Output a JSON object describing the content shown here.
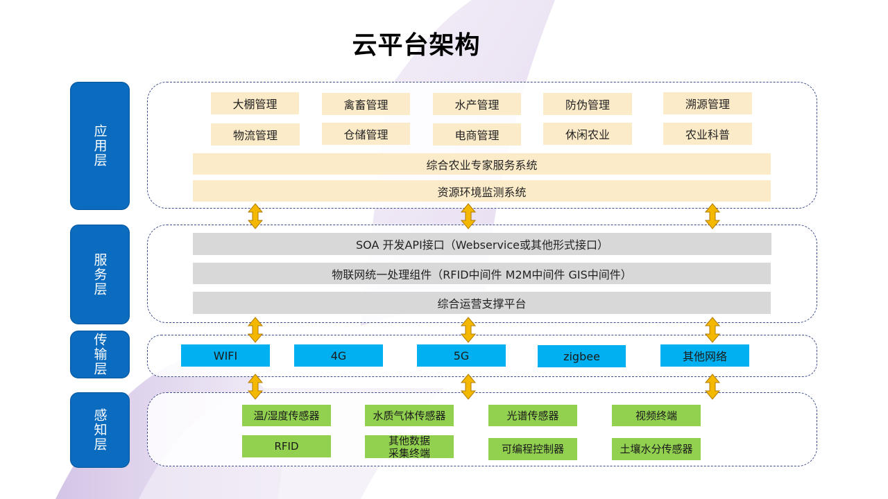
{
  "title": "云平台架构",
  "layers": {
    "application": {
      "label": "应用层"
    },
    "service": {
      "label": "服务层"
    },
    "transport": {
      "label": "传输层"
    },
    "perception": {
      "label": "感知层"
    }
  },
  "application": {
    "modules": [
      "大棚管理",
      "禽畜管理",
      "水产管理",
      "防伪管理",
      "溯源管理",
      "物流管理",
      "仓储管理",
      "电商管理",
      "休闲农业",
      "农业科普"
    ],
    "systems": [
      "综合农业专家服务系统",
      "资源环境监测系统"
    ]
  },
  "service": {
    "bars": [
      "SOA 开发API接口（Webservice或其他形式接口）",
      "物联网统一处理组件（RFID中间件 M2M中间件 GIS中间件）",
      "综合运营支撑平台"
    ]
  },
  "transport": {
    "networks": [
      "WIFI",
      "4G",
      "5G",
      "zigbee",
      "其他网络"
    ]
  },
  "perception": {
    "devices": [
      "温/湿度传感器",
      "水质气体传感器",
      "光谱传感器",
      "视频终端",
      "RFID",
      "其他数据\n采集终端",
      "可编程控制器",
      "土壤水分传感器"
    ]
  },
  "colors": {
    "label_blue": "#0A6BBF",
    "app_box": "#FCEBC9",
    "service_bar": "#D8D8D8",
    "network_box": "#00B0F0",
    "sensor_box": "#92D050",
    "arrow": "#F5B800"
  }
}
